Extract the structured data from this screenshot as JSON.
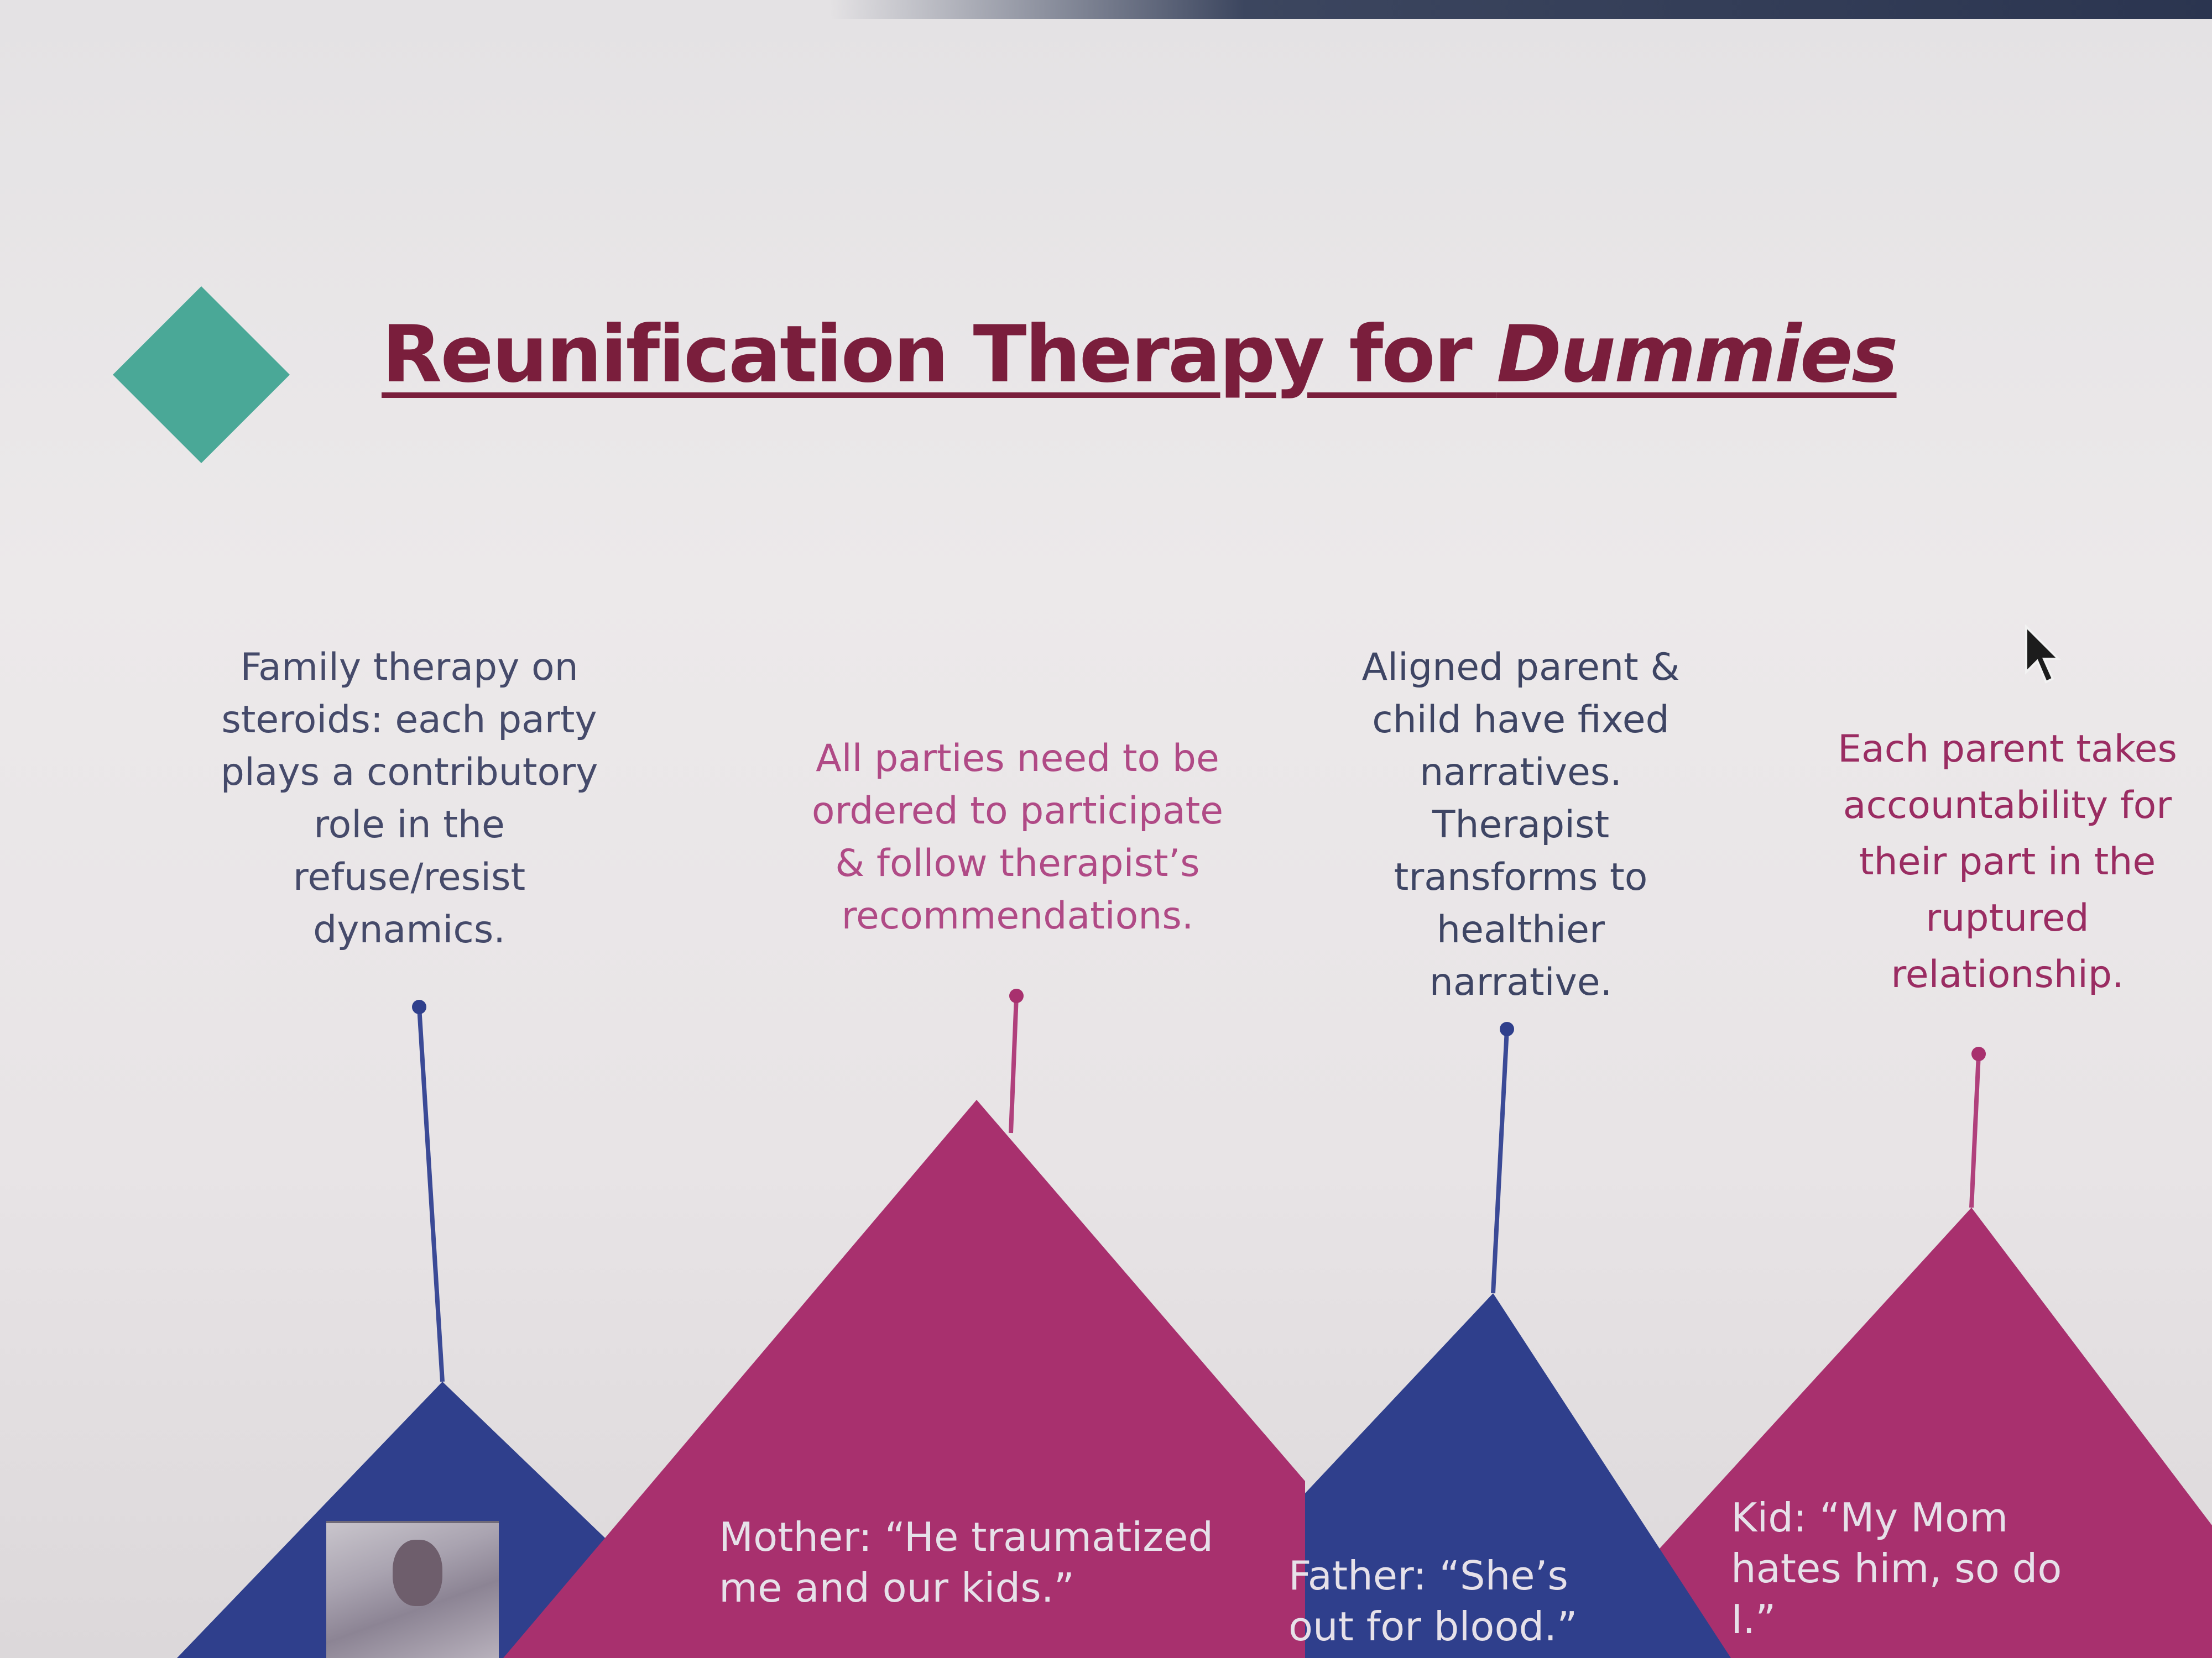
{
  "slide": {
    "title_main": "Reunification Therapy for ",
    "title_emphasis": "Dummies",
    "captions": [
      "Family therapy on\nsteroids: each party\nplays a contributory\nrole in the\nrefuse/resist\ndynamics.",
      "All parties need to be\nordered to participate\n& follow therapist’s\nrecommendations.",
      "Aligned parent &\nchild have fixed\nnarratives.\nTherapist\ntransforms to\nhealthier\nnarrative.",
      "Each parent takes\naccountability for\ntheir part in the\nruptured\nrelationship."
    ],
    "speakers": [
      "Mother: “He traumatized\nme and our kids.”",
      "Father: “She’s\nout for blood.”",
      "Kid: “My Mom\nhates him, so do\nI.”"
    ]
  },
  "colors": {
    "accent_teal": "#4aa897",
    "title_maroon": "#7a1e3c",
    "triangle_blue": "#2f3f8c",
    "triangle_magenta": "#a8306e"
  }
}
